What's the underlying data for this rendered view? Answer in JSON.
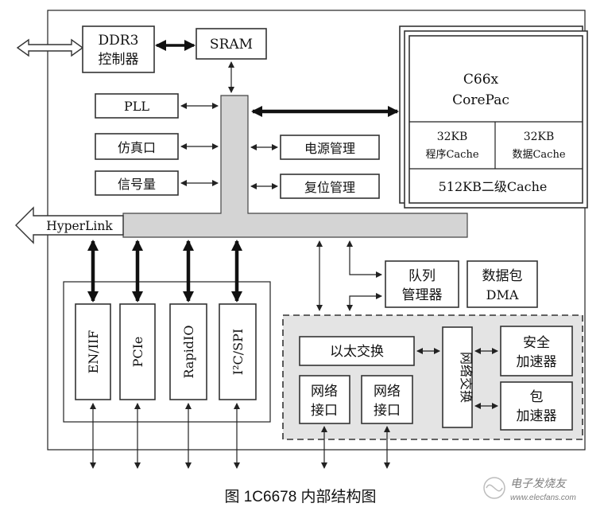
{
  "diagram": {
    "ddr3": [
      "DDR3",
      "控制器"
    ],
    "sram": "SRAM",
    "pll": "PLL",
    "emulator": "仿真口",
    "semaphore": "信号量",
    "power": "电源管理",
    "reset": "复位管理",
    "hyperlink": "HyperLink",
    "corepac": [
      "C66x",
      "CorePac"
    ],
    "l1p": [
      "32KB",
      "程序Cache"
    ],
    "l1d": [
      "32KB",
      "数据Cache"
    ],
    "l2": "512KB二级Cache",
    "queue": [
      "队列",
      "管理器"
    ],
    "packet_dma": [
      "数据包",
      "DMA"
    ],
    "ethernet_switch": "以太交换",
    "network_switch": "网络交换",
    "net_if_1": [
      "网络",
      "接口"
    ],
    "net_if_2": [
      "网络",
      "接口"
    ],
    "security": [
      "安全",
      "加速器"
    ],
    "packet_acc": [
      "包",
      "加速器"
    ],
    "peripherals": [
      "EN/IIF",
      "PCIe",
      "RapidIO",
      "I²C/SPI"
    ]
  },
  "caption": "图 1C6678 内部结构图",
  "watermark": [
    "电子发烧友",
    "www.elecfans.com"
  ]
}
